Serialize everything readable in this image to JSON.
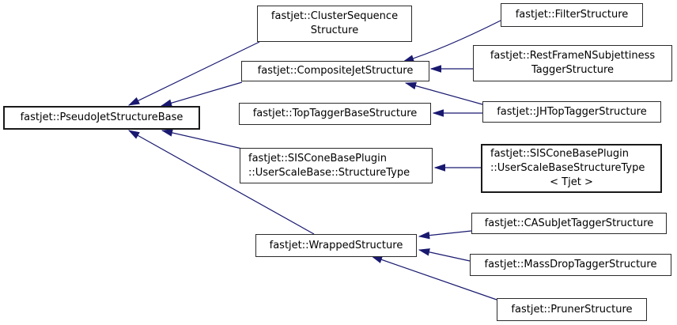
{
  "diagram": {
    "kind": "doxygen-inheritance-graph",
    "background_color": "#ffffff",
    "edge_color": "#191970",
    "box_border_color": "#2b2b2b",
    "text_color": "#000000"
  },
  "nodes": [
    {
      "id": "pseudojet-structure-base",
      "lines": [
        "fastjet::PseudoJetStructureBase"
      ]
    },
    {
      "id": "cluster-sequence-structure",
      "lines": [
        "fastjet::ClusterSequence",
        "Structure"
      ]
    },
    {
      "id": "composite-jet-structure",
      "lines": [
        "fastjet::CompositeJetStructure"
      ]
    },
    {
      "id": "filter-structure",
      "lines": [
        "fastjet::FilterStructure"
      ]
    },
    {
      "id": "rest-frame-nsubjettiness-tagger-structure",
      "lines": [
        "fastjet::RestFrameNSubjettiness",
        "TaggerStructure"
      ]
    },
    {
      "id": "top-tagger-base-structure",
      "lines": [
        "fastjet::TopTaggerBaseStructure"
      ]
    },
    {
      "id": "siscone-user-scale-base-structure-type",
      "lines": [
        "fastjet::SISConeBasePlugin",
        "::UserScaleBase::StructureType"
      ]
    },
    {
      "id": "jh-top-tagger-structure",
      "lines": [
        "fastjet::JHTopTaggerStructure"
      ]
    },
    {
      "id": "siscone-user-scale-base-structure-type-tjet",
      "lines": [
        "fastjet::SISConeBasePlugin",
        "::UserScaleBaseStructureType",
        "< Tjet >"
      ]
    },
    {
      "id": "wrapped-structure",
      "lines": [
        "fastjet::WrappedStructure"
      ]
    },
    {
      "id": "ca-sub-jet-tagger-structure",
      "lines": [
        "fastjet::CASubJetTaggerStructure"
      ]
    },
    {
      "id": "mass-drop-tagger-structure",
      "lines": [
        "fastjet::MassDropTaggerStructure"
      ]
    },
    {
      "id": "pruner-structure",
      "lines": [
        "fastjet::PrunerStructure"
      ]
    }
  ],
  "edges": [
    {
      "from": "fastjet::ClusterSequenceStructure",
      "to": "fastjet::PseudoJetStructureBase"
    },
    {
      "from": "fastjet::CompositeJetStructure",
      "to": "fastjet::PseudoJetStructureBase"
    },
    {
      "from": "fastjet::FilterStructure",
      "to": "fastjet::CompositeJetStructure"
    },
    {
      "from": "fastjet::RestFrameNSubjettinessTaggerStructure",
      "to": "fastjet::CompositeJetStructure"
    },
    {
      "from": "fastjet::JHTopTaggerStructure",
      "to": "fastjet::CompositeJetStructure"
    },
    {
      "from": "fastjet::JHTopTaggerStructure",
      "to": "fastjet::TopTaggerBaseStructure"
    },
    {
      "from": "fastjet::SISConeBasePlugin::UserScaleBase::StructureType",
      "to": "fastjet::PseudoJetStructureBase"
    },
    {
      "from": "fastjet::SISConeBasePlugin::UserScaleBaseStructureType< Tjet >",
      "to": "fastjet::SISConeBasePlugin::UserScaleBase::StructureType"
    },
    {
      "from": "fastjet::WrappedStructure",
      "to": "fastjet::PseudoJetStructureBase"
    },
    {
      "from": "fastjet::CASubJetTaggerStructure",
      "to": "fastjet::WrappedStructure"
    },
    {
      "from": "fastjet::MassDropTaggerStructure",
      "to": "fastjet::WrappedStructure"
    },
    {
      "from": "fastjet::PrunerStructure",
      "to": "fastjet::WrappedStructure"
    }
  ]
}
